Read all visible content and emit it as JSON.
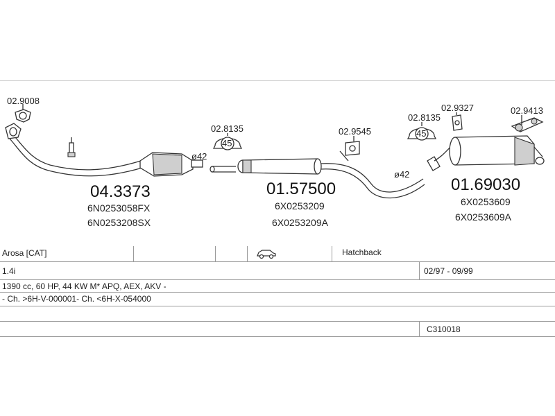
{
  "diagram": {
    "groups": [
      {
        "code": "04.3373",
        "refs": [
          "6N0253058FX",
          "6N0253208SX"
        ]
      },
      {
        "code": "01.57500",
        "refs": [
          "6X0253209",
          "6X0253209A"
        ]
      },
      {
        "code": "01.69030",
        "refs": [
          "6X0253609",
          "6X0253609A"
        ]
      }
    ],
    "small_parts": {
      "p1": "02.9008",
      "p2": "02.8135",
      "p3": "02.9545",
      "p4": "02.8135",
      "p5": "02.9327",
      "p6": "02.9413"
    },
    "clamp_size_1": "45",
    "clamp_size_2": "45",
    "diameter_1": "ø42",
    "diameter_2": "ø42"
  },
  "vehicle": {
    "model": "Arosa [CAT]",
    "body_icon": "car-icon",
    "body_type": "Hatchback",
    "engine": "1.4i",
    "period": "02/97 - 09/99",
    "details": "1390 cc, 60 HP, 44 KW M* APQ, AEX, AKV -",
    "chassis": "- Ch. >6H-V-000001- Ch. <6H-X-054000",
    "ref_code": "C310018"
  }
}
